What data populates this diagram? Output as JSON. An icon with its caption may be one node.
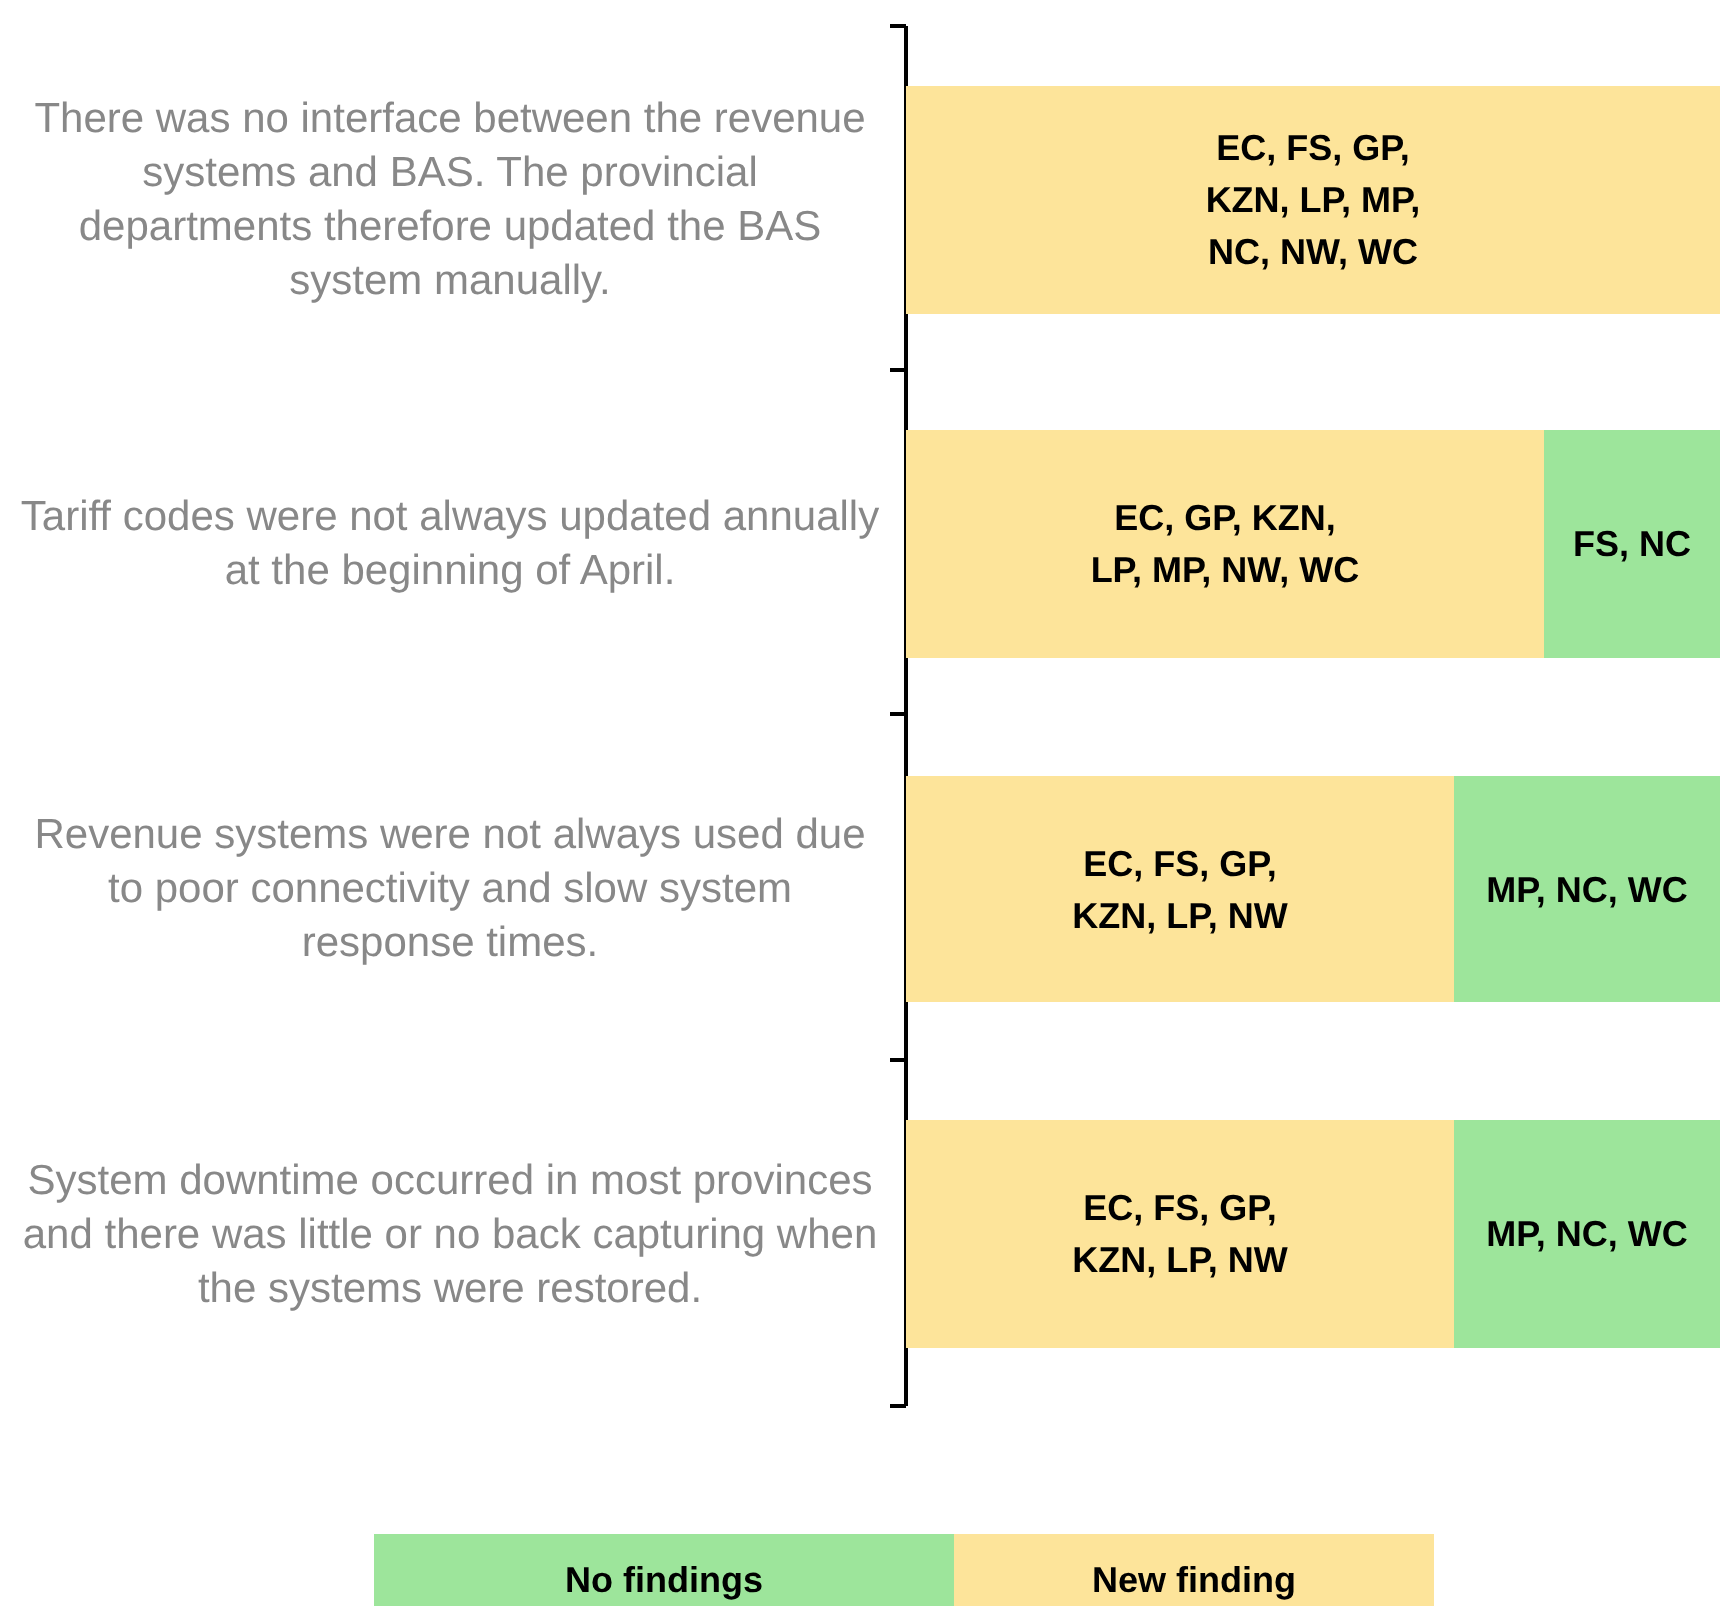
{
  "diagram": {
    "nodes": [
      {
        "text": [
          "EC, FS, GP, KZN, LP, MP, NC, NW, WC"
        ],
        "beside": [
          "There was no interface between the revenue systems and BAS. The provincial departments therefore updated the BAS system manually."
        ]
      },
      {
        "text": [
          "EC, GP, KZN, LP, MP, NW, WC"
        ],
        "beside": [
          "Tariff codes were not always updated annually at the beginning of April."
        ]
      },
      {
        "text": [
          "FS, NC"
        ]
      },
      {
        "text": [
          "EC, FS, GP, KZN, LP, NW"
        ],
        "beside": [
          "Revenue systems were not always used due to poor connectivity and slow system response times."
        ]
      },
      {
        "text": [
          "MP, NC, WC"
        ]
      },
      {
        "text": [
          "EC, FS, GP, KZN, LP, NW"
        ],
        "beside": [
          "System downtime occurred in most provinces and there was little or no back capturing when the systems were restored."
        ]
      },
      {
        "text": [
          "MP, NC, WC"
        ]
      }
    ],
    "legend": [
      {
        "text": "No findings",
        "color": "#9de59b"
      },
      {
        "text": "New finding",
        "color": "#fde49a"
      }
    ]
  }
}
